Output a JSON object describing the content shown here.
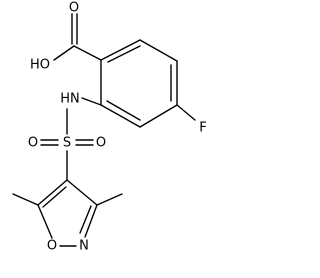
{
  "atoms": {
    "carbonyl_oxygen": "O",
    "hydroxyl": "HO",
    "amine": "HN",
    "fluorine": "F",
    "sulfur": "S",
    "sulfonyl_oxygen_left": "O",
    "sulfonyl_oxygen_right": "O",
    "ring_oxygen": "O",
    "ring_nitrogen": "N"
  },
  "colors": {
    "bond": "#000000",
    "label": "#000000",
    "background": "#ffffff"
  }
}
